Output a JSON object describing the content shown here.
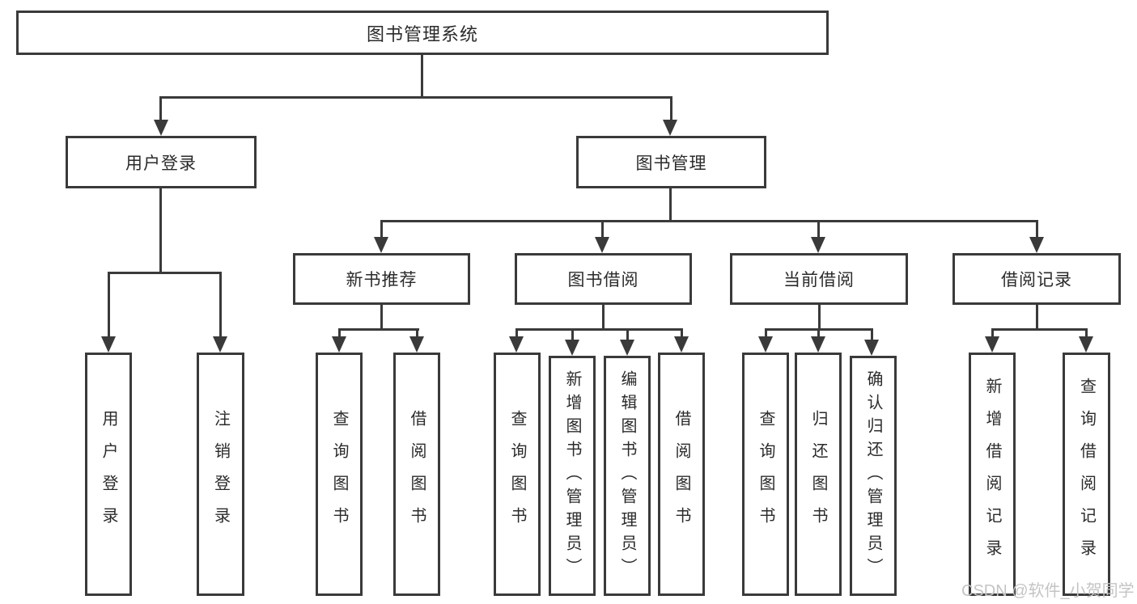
{
  "tree": {
    "root": {
      "label": "图书管理系统"
    },
    "branches": [
      {
        "label": "用户登录",
        "children": [
          {
            "label": "用户登录"
          },
          {
            "label": "注销登录"
          }
        ]
      },
      {
        "label": "图书管理",
        "children": [
          {
            "label": "新书推荐",
            "children": [
              {
                "label": "查询图书"
              },
              {
                "label": "借阅图书"
              }
            ]
          },
          {
            "label": "图书借阅",
            "children": [
              {
                "label": "查询图书"
              },
              {
                "label": "新增图书（管理员）"
              },
              {
                "label": "编辑图书（管理员）"
              },
              {
                "label": "借阅图书"
              }
            ]
          },
          {
            "label": "当前借阅",
            "children": [
              {
                "label": "查询图书"
              },
              {
                "label": "归还图书"
              },
              {
                "label": "确认归还（管理员）"
              }
            ]
          },
          {
            "label": "借阅记录",
            "children": [
              {
                "label": "新增借阅记录"
              },
              {
                "label": "查询借阅记录"
              }
            ]
          }
        ]
      }
    ]
  },
  "watermark": {
    "label": "CSDN @软件_小贺同学"
  },
  "colors": {
    "line": "#3a3a3a",
    "text": "#2b2b2b",
    "watermark": "#c4c4c4",
    "background": "#ffffff"
  }
}
